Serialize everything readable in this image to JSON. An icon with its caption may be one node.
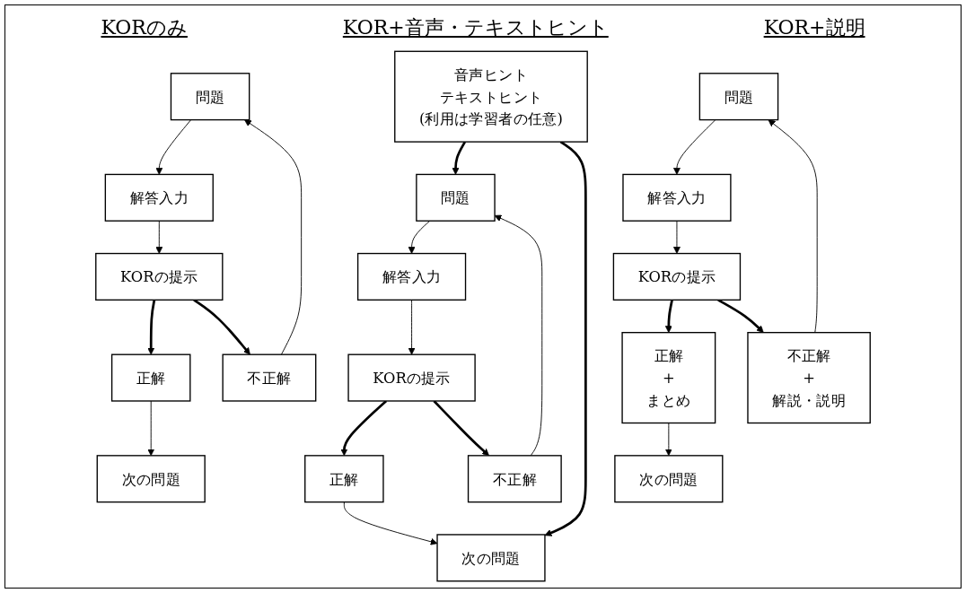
{
  "diagram": {
    "nodes": [
      {
        "text": [
          "問題"
        ]
      },
      {
        "text": [
          "解答入力"
        ]
      },
      {
        "text": [
          "KORの提示"
        ]
      },
      {
        "text": [
          "正解"
        ]
      },
      {
        "text": [
          "不正解"
        ]
      },
      {
        "text": [
          "次の問題"
        ]
      },
      {
        "text": [
          "問題"
        ]
      },
      {
        "text": [
          "解答入力"
        ]
      },
      {
        "text": [
          "KORの提示"
        ]
      },
      {
        "text": [
          "正解"
        ]
      },
      {
        "text": [
          "不正解"
        ]
      },
      {
        "text": [
          "次の問題"
        ]
      },
      {
        "text": [
          "音声ヒント",
          "テキストヒント",
          "(利用は学習者の任意)"
        ]
      },
      {
        "text": [
          "問題"
        ]
      },
      {
        "text": [
          "解答入力"
        ]
      },
      {
        "text": [
          "KORの提示"
        ]
      },
      {
        "text": [
          "正解",
          "+",
          "まとめ"
        ]
      },
      {
        "text": [
          "不正解",
          "+",
          "解説・説明"
        ]
      },
      {
        "text": [
          "次の問題"
        ]
      }
    ],
    "edges": [
      {
        "from": 0,
        "to": 1,
        "arrow": "to"
      },
      {
        "from": 1,
        "to": 2,
        "arrow": "to"
      },
      {
        "from": 2,
        "to": 3,
        "arrow": "to",
        "style": "thick"
      },
      {
        "from": 2,
        "to": 4,
        "arrow": "to",
        "style": "thick"
      },
      {
        "from": 3,
        "to": 5,
        "arrow": "to"
      },
      {
        "from": 4,
        "to": 0,
        "arrow": "to"
      },
      {
        "from": 6,
        "to": 7,
        "arrow": "to"
      },
      {
        "from": 7,
        "to": 8,
        "arrow": "to"
      },
      {
        "from": 8,
        "to": 9,
        "arrow": "to",
        "style": "thick"
      },
      {
        "from": 8,
        "to": 10,
        "arrow": "to",
        "style": "thick"
      },
      {
        "from": 9,
        "to": 11,
        "arrow": "to"
      },
      {
        "from": 10,
        "to": 6,
        "arrow": "to"
      },
      {
        "from": 12,
        "to": 6,
        "arrow": "to",
        "style": "thick"
      },
      {
        "from": 12,
        "to": 11,
        "arrow": "to",
        "style": "thick"
      },
      {
        "from": 13,
        "to": 14,
        "arrow": "to"
      },
      {
        "from": 14,
        "to": 15,
        "arrow": "to"
      },
      {
        "from": 15,
        "to": 16,
        "arrow": "to",
        "style": "thick"
      },
      {
        "from": 15,
        "to": 17,
        "arrow": "to",
        "style": "thick"
      },
      {
        "from": 16,
        "to": 18,
        "arrow": "to"
      },
      {
        "from": 17,
        "to": 13,
        "arrow": "to"
      }
    ],
    "labels": [
      "KORのみ",
      "KOR+音声・テキストヒント",
      "KOR+説明"
    ]
  }
}
